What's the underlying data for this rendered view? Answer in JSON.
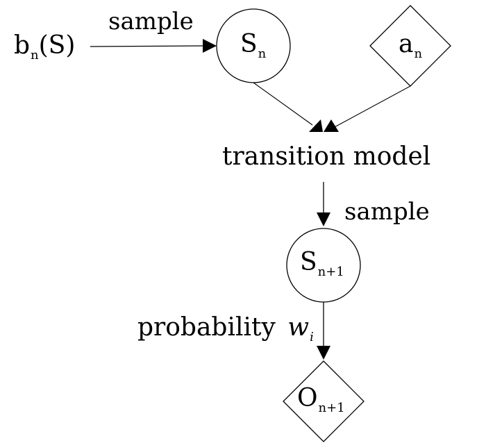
{
  "labels": {
    "belief": "b",
    "belief_sub": "n",
    "belief_arg": "(S)",
    "sample_top": "sample",
    "state": "S",
    "state_sub": "n",
    "action": "a",
    "action_sub": "n",
    "transition": "transition model",
    "sample_mid": "sample",
    "next_state": "S",
    "next_state_sub": "n+1",
    "probability": "probability",
    "weight": "w",
    "weight_sub": "i",
    "obs": "O",
    "obs_sub": "n+1"
  }
}
